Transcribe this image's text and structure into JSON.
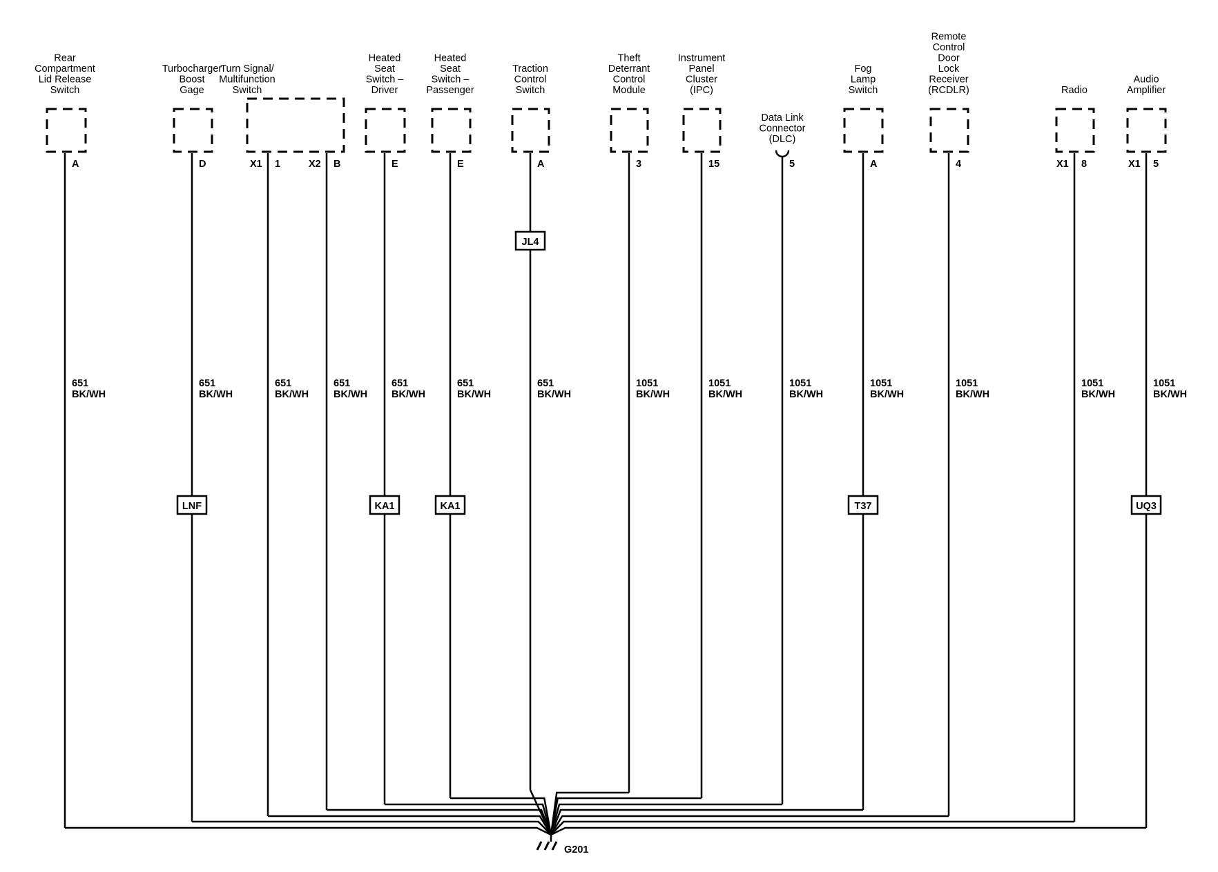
{
  "components": [
    {
      "id": "rear-compartment-lid-release-switch",
      "label": [
        "Rear",
        "Compartment",
        "Lid Release",
        "Switch"
      ]
    },
    {
      "id": "turbocharger-boost-gage",
      "label": [
        "Turbocharger",
        "Boost",
        "Gage"
      ]
    },
    {
      "id": "turn-signal-multifunction-switch",
      "label": [
        "Turn Signal/",
        "Multifunction",
        "Switch"
      ]
    },
    {
      "id": "heated-seat-switch-driver",
      "label": [
        "Heated",
        "Seat",
        "Switch –",
        "Driver"
      ]
    },
    {
      "id": "heated-seat-switch-passenger",
      "label": [
        "Heated",
        "Seat",
        "Switch –",
        "Passenger"
      ]
    },
    {
      "id": "traction-control-switch",
      "label": [
        "Traction",
        "Control",
        "Switch"
      ]
    },
    {
      "id": "theft-deterrent-control-module",
      "label": [
        "Theft",
        "Deterrant",
        "Control",
        "Module"
      ]
    },
    {
      "id": "instrument-panel-cluster",
      "label": [
        "Instrument",
        "Panel",
        "Cluster",
        "(IPC)"
      ]
    },
    {
      "id": "data-link-connector",
      "label": [
        "Data Link",
        "Connector",
        "(DLC)"
      ]
    },
    {
      "id": "fog-lamp-switch",
      "label": [
        "Fog",
        "Lamp",
        "Switch"
      ]
    },
    {
      "id": "remote-control-door-lock-receiver",
      "label": [
        "Remote",
        "Control",
        "Door",
        "Lock",
        "Receiver",
        "(RCDLR)"
      ]
    },
    {
      "id": "radio",
      "label": [
        "Radio"
      ]
    },
    {
      "id": "audio-amplifier",
      "label": [
        "Audio",
        "Amplifier"
      ]
    }
  ],
  "wires": [
    {
      "id": "w1",
      "component": "rear-compartment-lid-release-switch",
      "connector": "",
      "pin": "A",
      "circuit": "651",
      "color": "BK/WH",
      "option": ""
    },
    {
      "id": "w2",
      "component": "turbocharger-boost-gage",
      "connector": "",
      "pin": "D",
      "circuit": "651",
      "color": "BK/WH",
      "option": "LNF"
    },
    {
      "id": "w3",
      "component": "turn-signal-multifunction-switch",
      "connector": "X1",
      "pin": "1",
      "circuit": "651",
      "color": "BK/WH",
      "option": ""
    },
    {
      "id": "w4",
      "component": "turn-signal-multifunction-switch",
      "connector": "X2",
      "pin": "B",
      "circuit": "651",
      "color": "BK/WH",
      "option": ""
    },
    {
      "id": "w5",
      "component": "heated-seat-switch-driver",
      "connector": "",
      "pin": "E",
      "circuit": "651",
      "color": "BK/WH",
      "option": "KA1"
    },
    {
      "id": "w6",
      "component": "heated-seat-switch-passenger",
      "connector": "",
      "pin": "E",
      "circuit": "651",
      "color": "BK/WH",
      "option": "KA1"
    },
    {
      "id": "w7",
      "component": "traction-control-switch",
      "connector": "",
      "pin": "A",
      "circuit": "651",
      "color": "BK/WH",
      "option": "JL4"
    },
    {
      "id": "w8",
      "component": "theft-deterrent-control-module",
      "connector": "",
      "pin": "3",
      "circuit": "1051",
      "color": "BK/WH",
      "option": ""
    },
    {
      "id": "w9",
      "component": "instrument-panel-cluster",
      "connector": "",
      "pin": "15",
      "circuit": "1051",
      "color": "BK/WH",
      "option": ""
    },
    {
      "id": "w10",
      "component": "data-link-connector",
      "connector": "",
      "pin": "5",
      "circuit": "1051",
      "color": "BK/WH",
      "option": ""
    },
    {
      "id": "w11",
      "component": "fog-lamp-switch",
      "connector": "",
      "pin": "A",
      "circuit": "1051",
      "color": "BK/WH",
      "option": "T37"
    },
    {
      "id": "w12",
      "component": "remote-control-door-lock-receiver",
      "connector": "",
      "pin": "4",
      "circuit": "1051",
      "color": "BK/WH",
      "option": ""
    },
    {
      "id": "w13",
      "component": "radio",
      "connector": "X1",
      "pin": "8",
      "circuit": "1051",
      "color": "BK/WH",
      "option": ""
    },
    {
      "id": "w14",
      "component": "audio-amplifier",
      "connector": "X1",
      "pin": "5",
      "circuit": "1051",
      "color": "BK/WH",
      "option": "UQ3"
    }
  ],
  "ground": {
    "label": "G201"
  },
  "colors": {
    "line": "#000000",
    "background": "#ffffff"
  }
}
